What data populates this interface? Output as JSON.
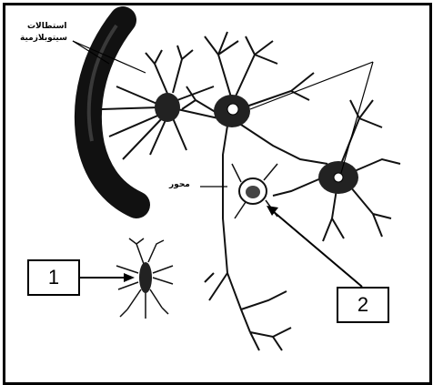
{
  "labels": {
    "cytoplasmic_extensions": [
      "استطالات",
      "سيتوبلازمية"
    ],
    "axon": "محور"
  },
  "callouts": {
    "one": "1",
    "two": "2"
  }
}
